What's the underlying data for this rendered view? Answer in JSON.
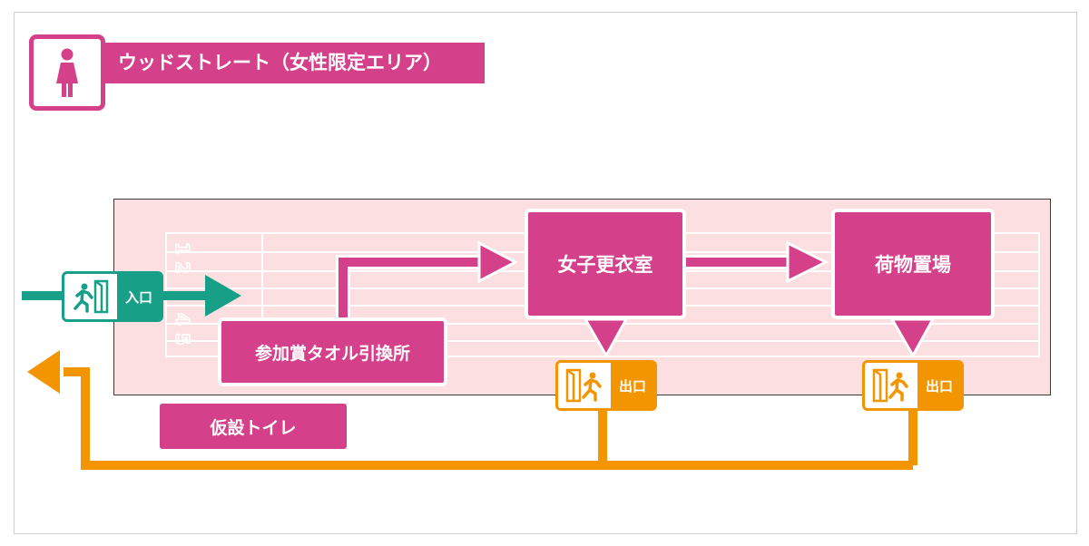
{
  "title": {
    "label": "ウッドストレート（女性限定エリア）",
    "icon": "woman-icon"
  },
  "track": {
    "lane_numbers": [
      "1",
      "2",
      "4",
      "5"
    ]
  },
  "rooms": {
    "changing_room": "女子更衣室",
    "luggage_storage": "荷物置場",
    "towel_exchange": "参加賞タオル引換所",
    "temporary_toilet": "仮設トイレ"
  },
  "doors": {
    "entrance": {
      "label": "入口",
      "icon": "entrance-door-icon"
    },
    "exit_1": {
      "label": "出口",
      "icon": "exit-door-icon"
    },
    "exit_2": {
      "label": "出口",
      "icon": "exit-door-icon"
    }
  },
  "colors": {
    "pink": "#d5408a",
    "light_pink": "#fcdfe0",
    "green": "#17a087",
    "orange": "#f29500"
  }
}
